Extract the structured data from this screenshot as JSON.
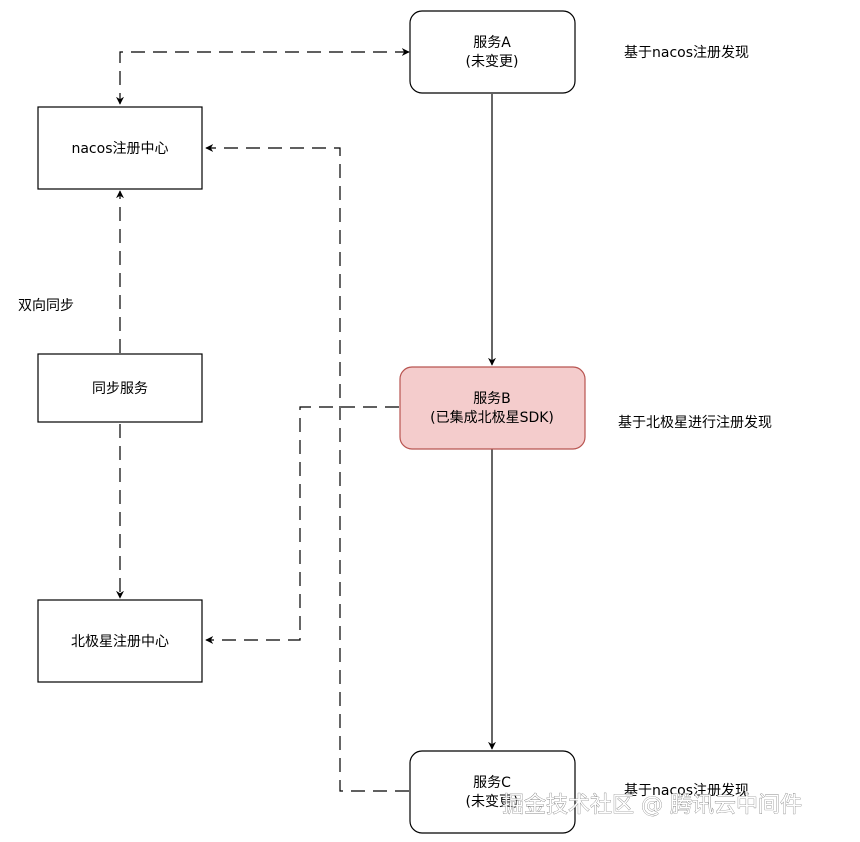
{
  "nodes": {
    "nacos_registry": {
      "label": "nacos注册中心"
    },
    "sync_service": {
      "label": "同步服务"
    },
    "polaris_registry": {
      "label": "北极星注册中心"
    },
    "service_a": {
      "line1": "服务A",
      "line2": "(未变更)"
    },
    "service_b": {
      "line1": "服务B",
      "line2": "(已集成北极星SDK)"
    },
    "service_c": {
      "line1": "服务C",
      "line2": "(未变更)"
    }
  },
  "labels": {
    "bidirectional_sync": "双向同步",
    "service_a_note": "基于nacos注册发现",
    "service_b_note": "基于北极星进行注册发现",
    "service_c_note": "基于nacos注册发现"
  },
  "watermark": "掘金技术社区 @ 腾讯云中间件",
  "colors": {
    "highlight_fill": "#f4cccc",
    "highlight_stroke": "#b85450",
    "stroke": "#000000"
  }
}
